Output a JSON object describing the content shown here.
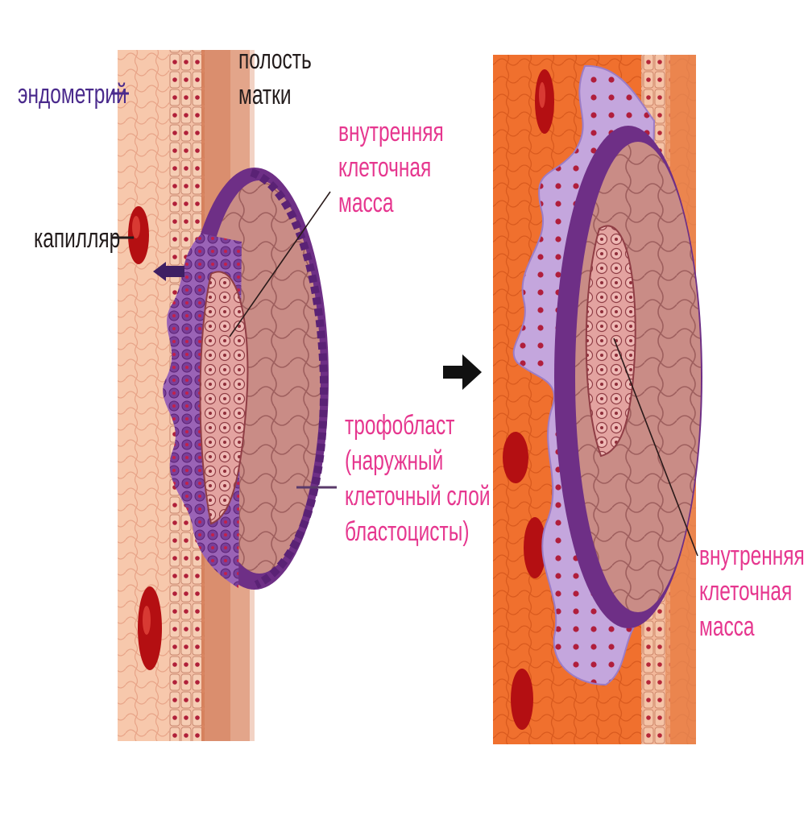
{
  "colors": {
    "tissue_light": "#f6c2a4",
    "tissue_orange": "#f06a2c",
    "capillary": "#b40f12",
    "trophoblast": "#7d3a92",
    "trophoblast_light": "#b89ad6",
    "cavity": "#c58a86",
    "label_pink": "#e6378f",
    "label_blue": "#4a2a8c",
    "label_dark": "#231c1c"
  },
  "labels": {
    "endometrium": "эндометрий",
    "capillary": "капилляр",
    "uterine_cavity": [
      "полость",
      "матки"
    ],
    "inner_cell_mass_left": [
      "внутренняя",
      "клеточная",
      "масса"
    ],
    "trophoblast": [
      "трофобласт",
      "(наружный",
      "клеточный слой",
      "бластоцисты)"
    ],
    "inner_cell_mass_right": [
      "внутренняя",
      "клеточная",
      "масса"
    ]
  },
  "icons": {
    "transition": "arrow-right-icon",
    "direction": "arrow-left-icon"
  }
}
